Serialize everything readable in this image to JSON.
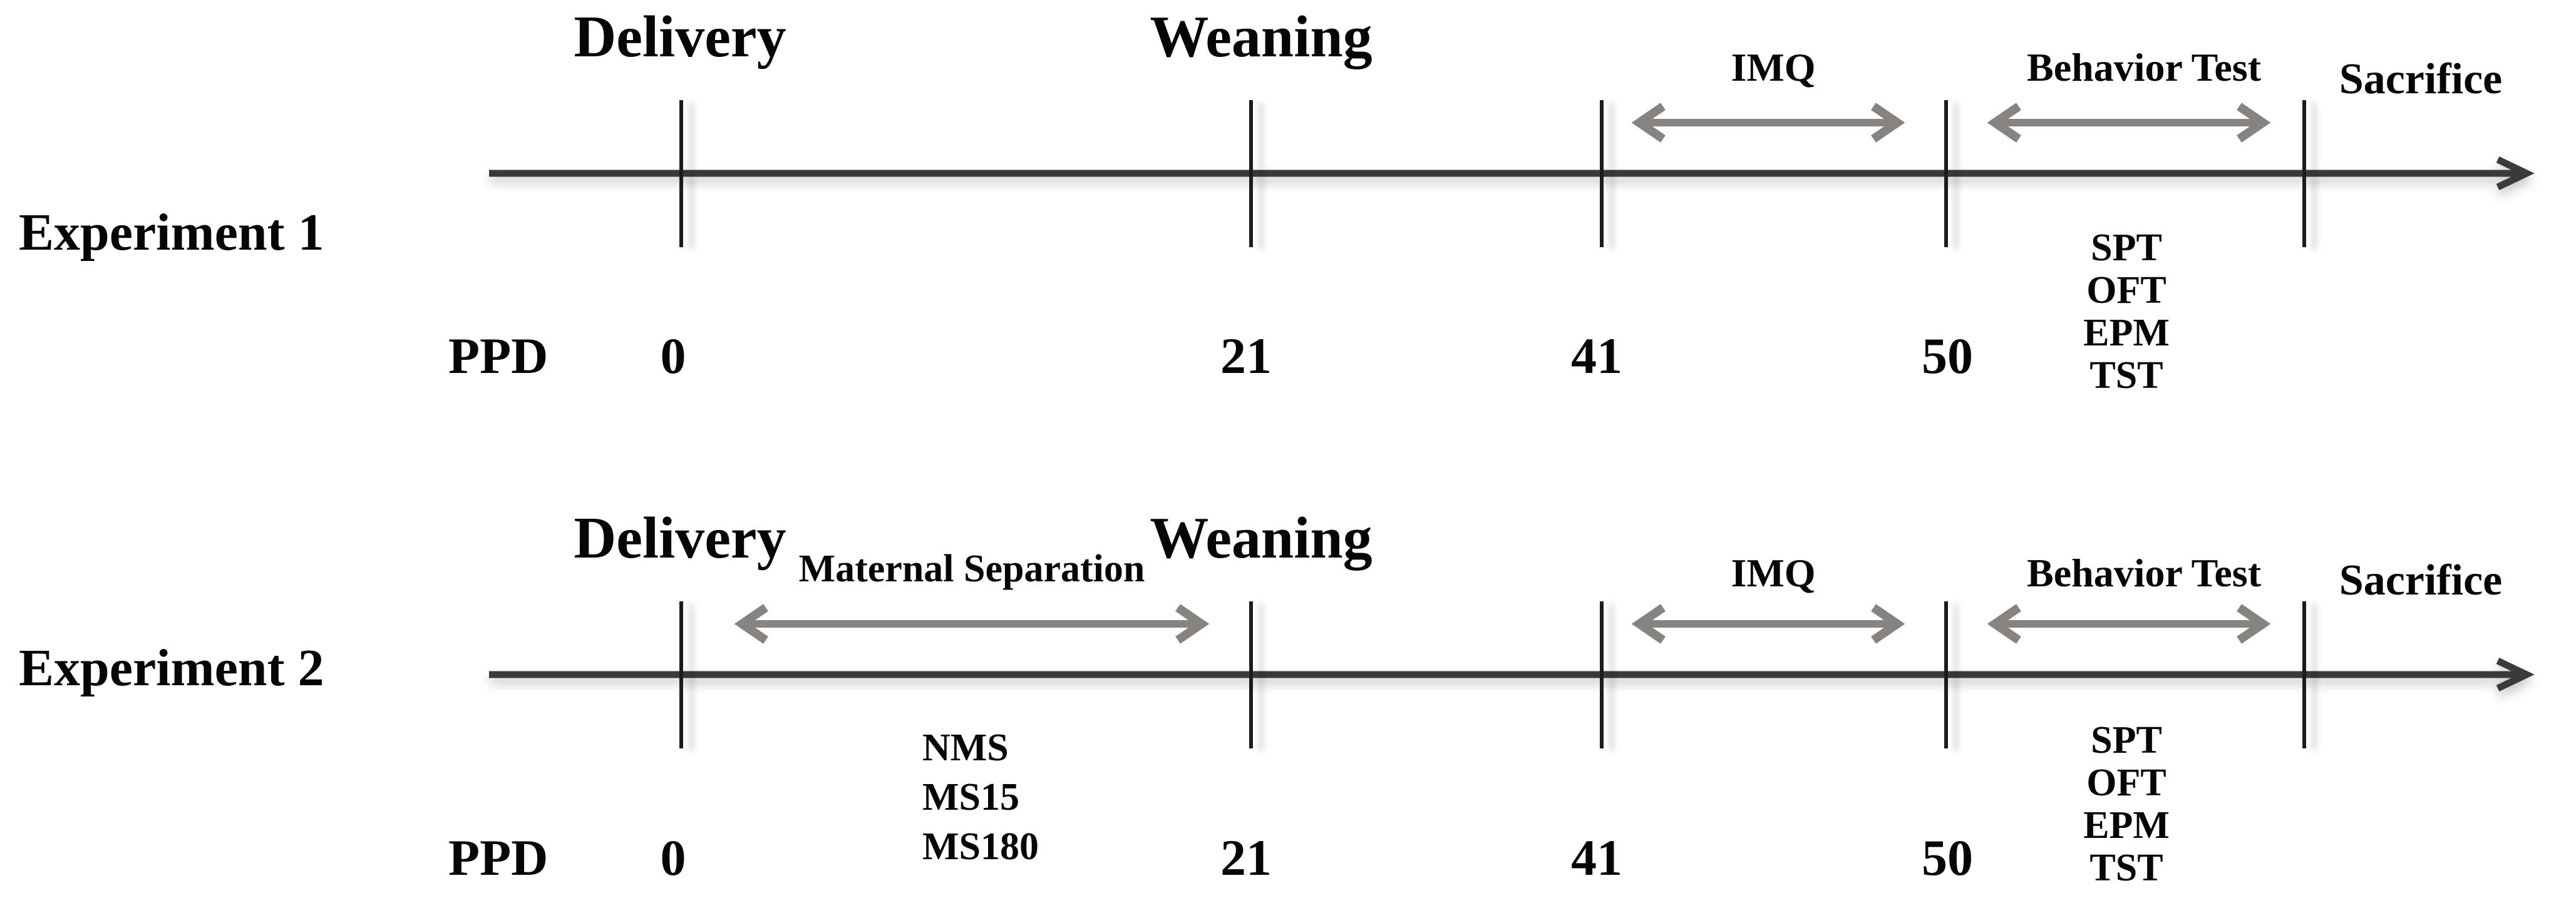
{
  "figure": {
    "background_color": "#ffffff",
    "text_color": "#060606",
    "timeline_color": "#3a3a3a",
    "tick_color": "#1c1c1c",
    "interval_arrow_color": "#878381",
    "experiments": [
      {
        "label": "Experiment 1",
        "delivery_label": "Delivery",
        "weaning_label": "Weaning",
        "imq_label": "IMQ",
        "behavior_test_label": "Behavior Test",
        "sacrifice_label": "Sacrifice",
        "behavior_tests": [
          "SPT",
          "OFT",
          "EPM",
          "TST"
        ],
        "ppd_label": "PPD",
        "ppd_values": [
          "0",
          "21",
          "41",
          "50"
        ]
      },
      {
        "label": "Experiment 2",
        "delivery_label": "Delivery",
        "weaning_label": "Weaning",
        "maternal_separation_label": "Maternal Separation",
        "maternal_separation_groups": [
          "NMS",
          "MS15",
          "MS180"
        ],
        "imq_label": "IMQ",
        "behavior_test_label": "Behavior Test",
        "sacrifice_label": "Sacrifice",
        "behavior_tests": [
          "SPT",
          "OFT",
          "EPM",
          "TST"
        ],
        "ppd_label": "PPD",
        "ppd_values": [
          "0",
          "21",
          "41",
          "50"
        ]
      }
    ]
  }
}
